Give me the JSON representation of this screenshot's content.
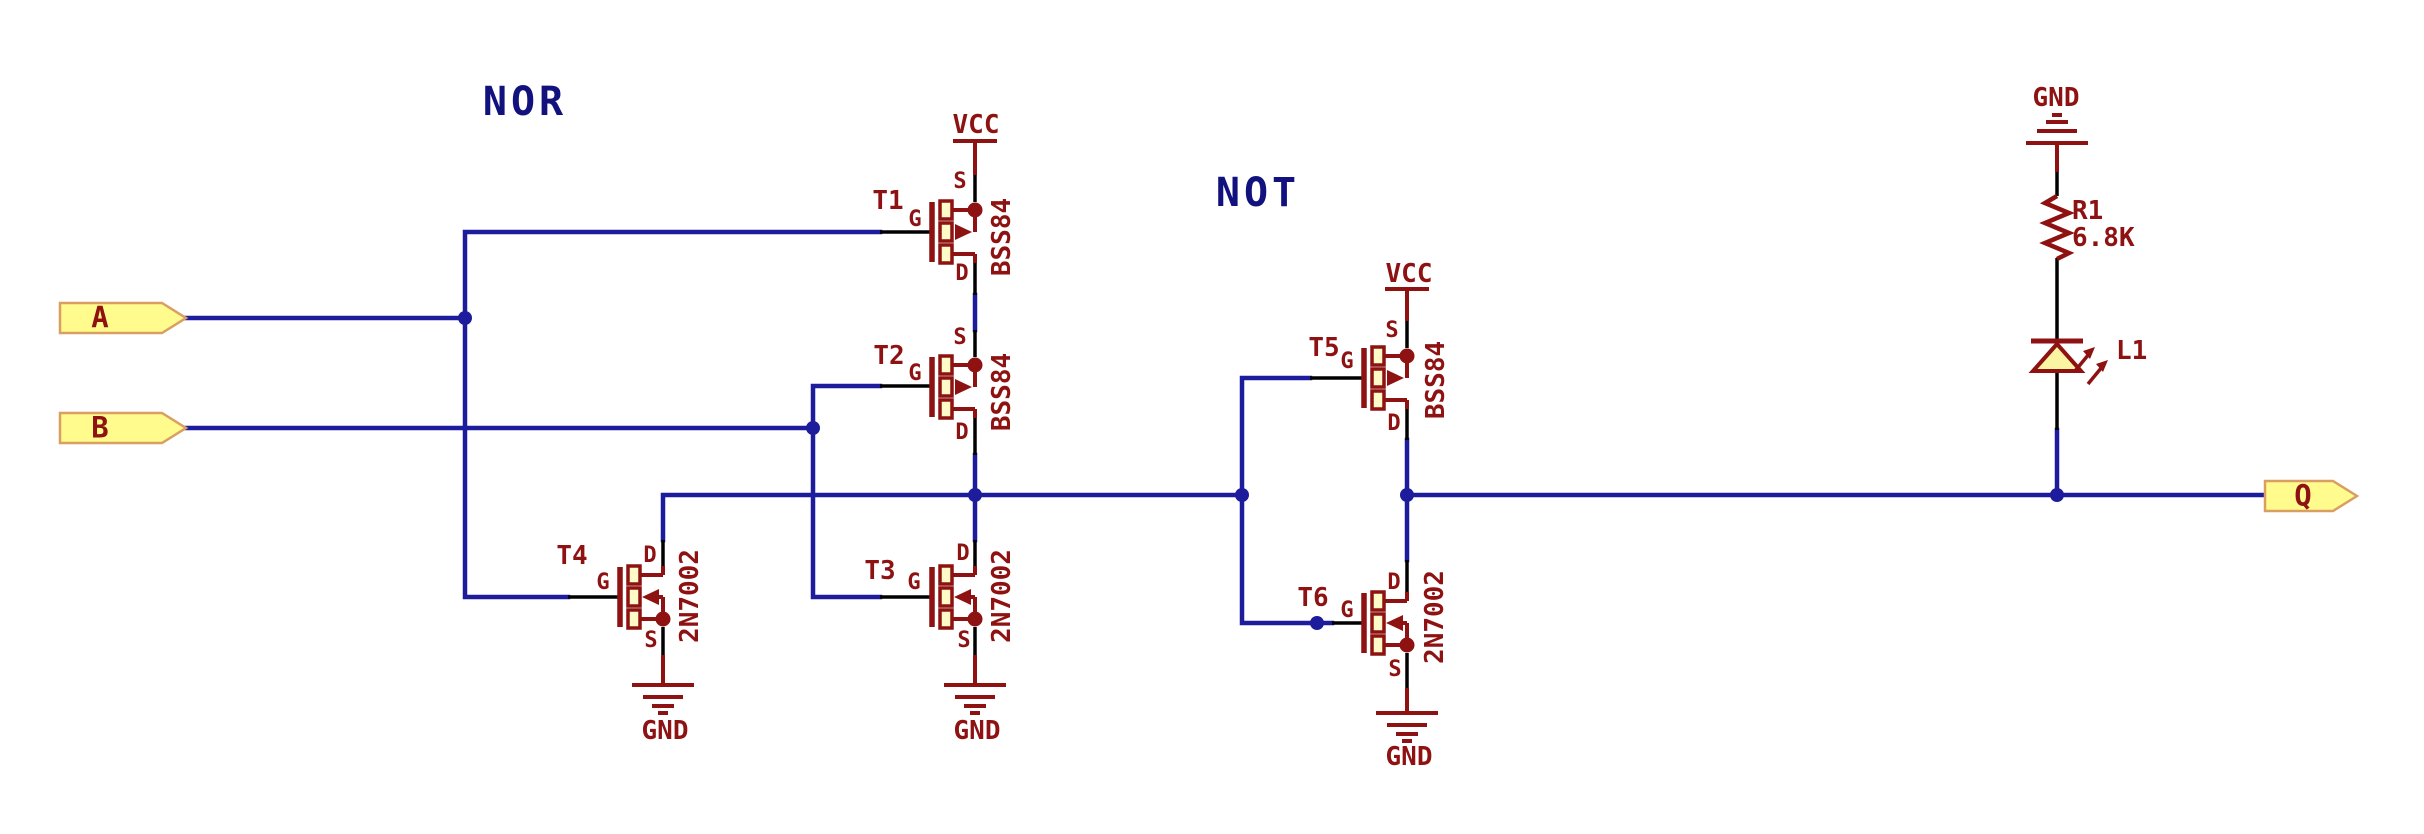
{
  "titles": {
    "nor": "NOR",
    "not": "NOT"
  },
  "flags": {
    "input_a": "A",
    "input_b": "B",
    "output_q": "Q"
  },
  "transistors": [
    {
      "ref": "T1",
      "part": "BSS84",
      "pin_g": "G",
      "pin_s": "S",
      "pin_d": "D"
    },
    {
      "ref": "T2",
      "part": "BSS84",
      "pin_g": "G",
      "pin_s": "S",
      "pin_d": "D"
    },
    {
      "ref": "T3",
      "part": "2N7002",
      "pin_g": "G",
      "pin_s": "S",
      "pin_d": "D"
    },
    {
      "ref": "T4",
      "part": "2N7002",
      "pin_g": "G",
      "pin_s": "S",
      "pin_d": "D"
    },
    {
      "ref": "T5",
      "part": "BSS84",
      "pin_g": "G",
      "pin_s": "S",
      "pin_d": "D"
    },
    {
      "ref": "T6",
      "part": "2N7002",
      "pin_g": "G",
      "pin_s": "S",
      "pin_d": "D"
    }
  ],
  "power": {
    "vcc_t1": "VCC",
    "vcc_t5": "VCC",
    "gnd_t4": "GND",
    "gnd_t3": "GND",
    "gnd_t6": "GND",
    "gnd_r1": "GND"
  },
  "resistor": {
    "ref": "R1",
    "value": "6.8K"
  },
  "led": {
    "ref": "L1"
  },
  "colors": {
    "wire": "#1C1C9C",
    "red": "#8E1212",
    "navy": "#12127E",
    "flagfill": "#FFFB8D",
    "flagstroke": "#D99E62",
    "boxfill": "#FFFBC8",
    "ledfill": "#FBF5A3",
    "bg": "#FFFFFF"
  }
}
